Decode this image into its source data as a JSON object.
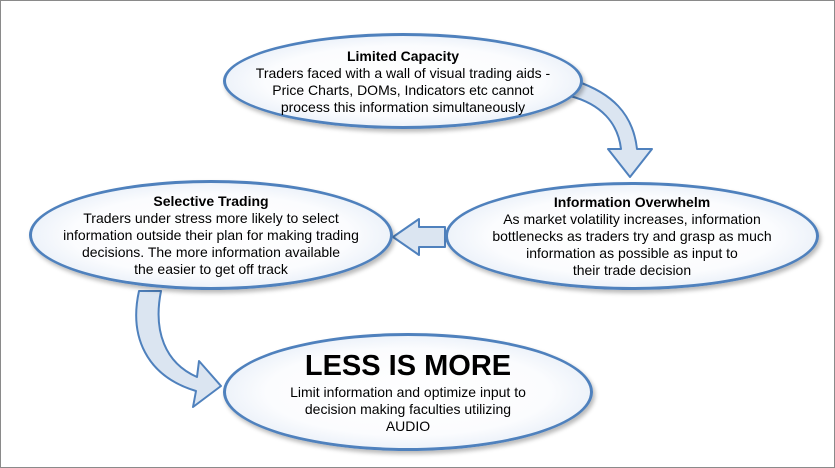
{
  "colors": {
    "node_border": "#4f81bd",
    "node_fill_edge": "#c9d8ee",
    "arrow_fill": "#dbe5f1",
    "arrow_border": "#4f81bd"
  },
  "nodes": {
    "limited_capacity": {
      "title": "Limited Capacity",
      "body": "Traders faced with a wall of visual trading aids -\nPrice Charts, DOMs, Indicators etc cannot\nprocess this information simultaneously"
    },
    "information_overwhelm": {
      "title": "Information Overwhelm",
      "body": "As market volatility increases, information\nbottlenecks as traders try and grasp as much\ninformation as possible as input to\ntheir trade decision"
    },
    "selective_trading": {
      "title": "Selective Trading",
      "body": "Traders under stress more likely to select\ninformation outside their plan for making trading\ndecisions.  The more information available\nthe easier to get off track"
    },
    "less_is_more": {
      "title": "LESS IS MORE",
      "body": "Limit information and optimize input to\ndecision making faculties utilizing\nAUDIO"
    }
  },
  "flow": [
    "Limited Capacity → Information Overwhelm",
    "Information Overwhelm → Selective Trading",
    "Selective Trading → LESS IS MORE"
  ]
}
